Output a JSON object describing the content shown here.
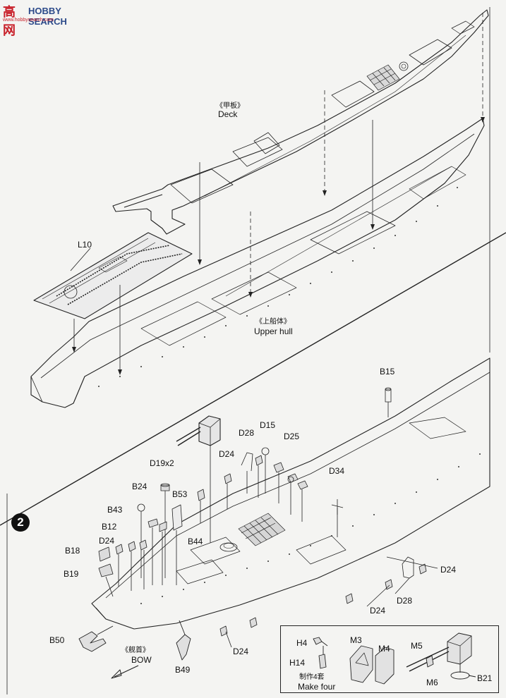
{
  "watermark": {
    "mark": "高网",
    "brand": "HOBBY SEARCH",
    "url": "www.hobbysearch.com"
  },
  "step": {
    "number": "2"
  },
  "top_panel": {
    "deck_cn": "《甲板》",
    "deck_en": "Deck",
    "upper_hull_cn": "《上船体》",
    "upper_hull_en": "Upper hull",
    "part_L10": "L10"
  },
  "bottom_panel": {
    "labels": {
      "B15": "B15",
      "D15": "D15",
      "D28_top": "D28",
      "D25": "D25",
      "D24_a": "D24",
      "D34": "D34",
      "D19x2": "D19x2",
      "B24": "B24",
      "B53": "B53",
      "B43": "B43",
      "B12": "B12",
      "B44": "B44",
      "D24_b": "D24",
      "B18": "B18",
      "B19": "B19",
      "D24_c": "D24",
      "D24_d": "D24",
      "D28_bottom": "D28",
      "B50": "B50",
      "D24_e": "D24",
      "B49": "B49"
    },
    "bow_cn": "《舰首》",
    "bow_en": "BOW"
  },
  "subassembly": {
    "H4": "H4",
    "H14": "H14",
    "M3": "M3",
    "M4": "M4",
    "M5": "M5",
    "M6": "M6",
    "B21": "B21",
    "make_cn": "制作4套",
    "make_en": "Make four"
  }
}
